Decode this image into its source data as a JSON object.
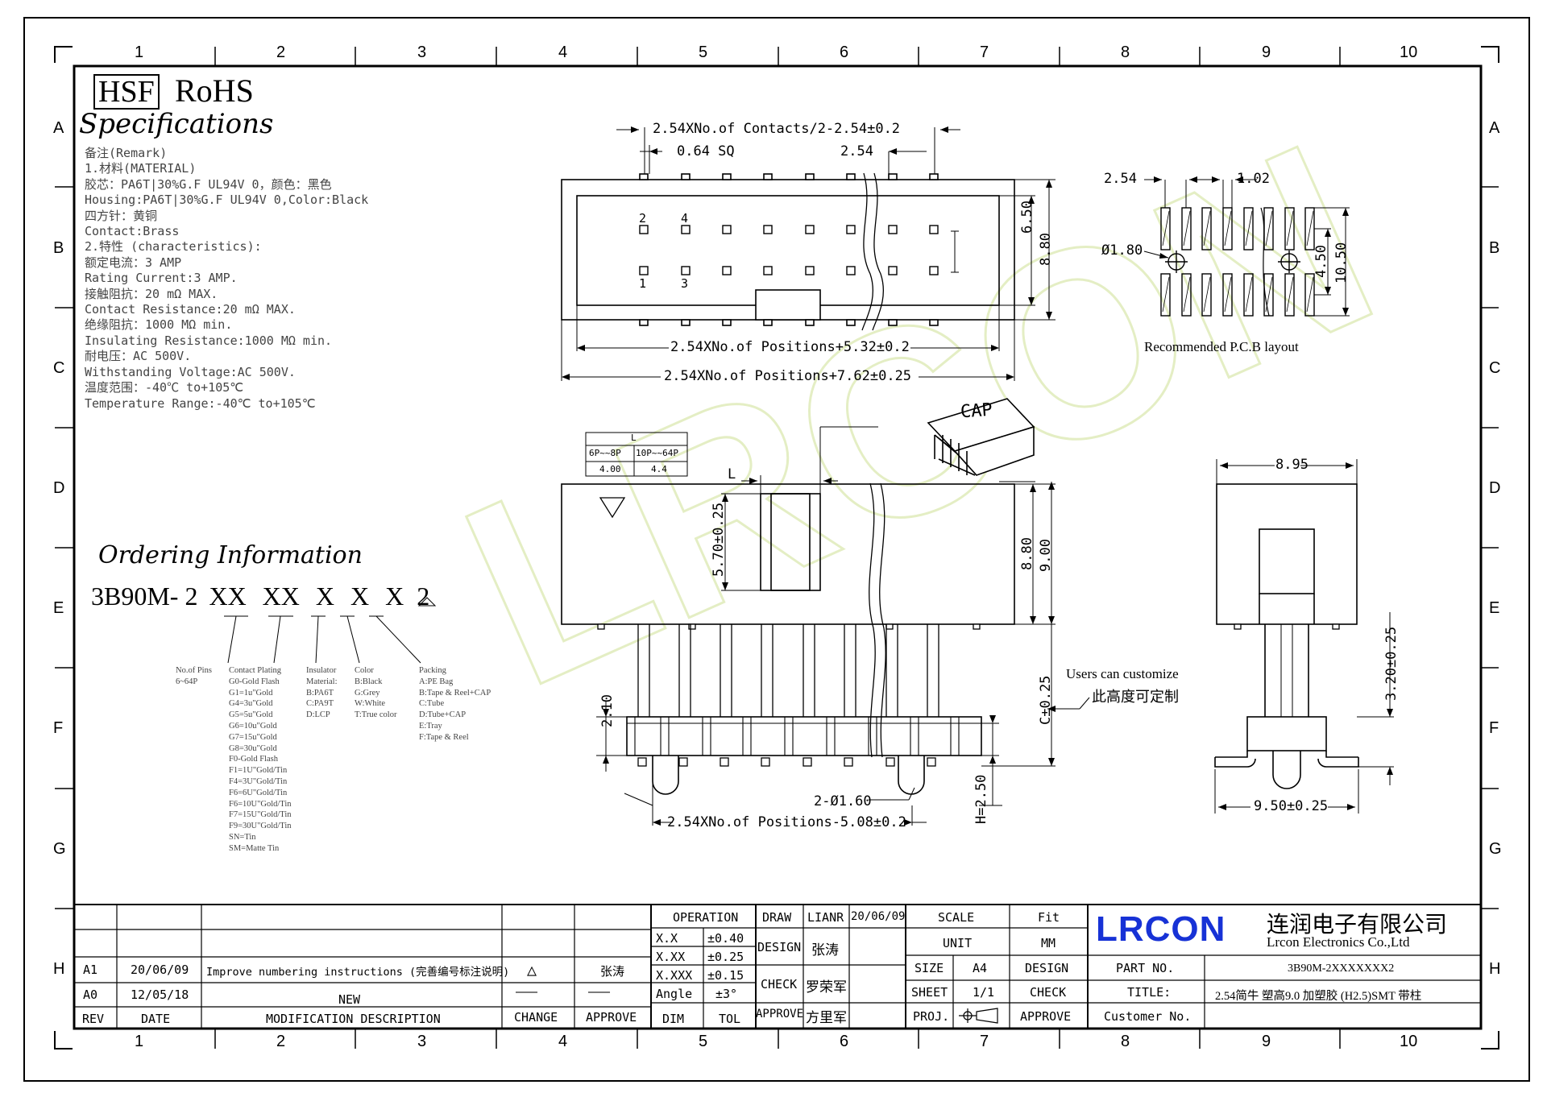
{
  "frame": {
    "zones_top": [
      "1",
      "2",
      "3",
      "4",
      "5",
      "6",
      "7",
      "8",
      "9",
      "10"
    ],
    "zones_side": [
      "A",
      "B",
      "C",
      "D",
      "E",
      "F",
      "G",
      "H"
    ]
  },
  "header": {
    "hsf": "HSF",
    "rohs": "RoHS",
    "specifications_title": "Specifications"
  },
  "specs": [
    "备注(Remark)",
    "1.材料(MATERIAL)",
    "胶芯：PA6T|30%G.F UL94V 0，颜色：黑色",
    "Housing:PA6T|30%G.F UL94V 0,Color:Black",
    "四方针：黄铜",
    "Contact:Brass",
    "2.特性 (characteristics):",
    "额定电流：3 AMP",
    "Rating Current:3 AMP.",
    "接触阻抗：20 mΩ MAX.",
    "Contact Resistance:20 mΩ MAX.",
    "绝缘阻抗：1000 MΩ min.",
    "Insulating Resistance:1000 MΩ  min.",
    "耐电压：AC 500V.",
    "Withstanding Voltage:AC 500V.",
    "温度范围：-40℃ to+105℃",
    "Temperature Range:-40℃ to+105℃"
  ],
  "ordering": {
    "title": "Ordering Information",
    "part": "3B90M- 2",
    "fields": [
      "XX",
      "XX",
      "X",
      "X",
      "X"
    ],
    "suffix": "2",
    "pins": [
      "No.of Pins",
      "6~64P"
    ],
    "plating": [
      "Contact Plating",
      "G0-Gold Flash",
      "G1=1u\"Gold",
      "G4=3u\"Gold",
      "G5=5u\"Gold",
      "G6=10u\"Gold",
      "G7=15u\"Gold",
      "G8=30u\"Gold",
      "F0-Gold Flash",
      "F1=1U\"Gold/Tin",
      "F4=3U\"Gold/Tin",
      "F6=6U\"Gold/Tin",
      "F6=10U\"Gold/Tin",
      "F7=15U\"Gold/Tin",
      "F9=30U\"Gold/Tin",
      "SN=Tin",
      "SM=Matte Tin"
    ],
    "insulator": [
      "Insulator",
      "Material:",
      "B:PA6T",
      "C:PA9T",
      "D:LCP"
    ],
    "color": [
      "Color",
      "B:Black",
      "G:Grey",
      "W:White",
      "T:True color"
    ],
    "packing": [
      "Packing",
      "A:PE Bag",
      "B:Tape & Reel+CAP",
      "C:Tube",
      "D:Tube+CAP",
      "E:Tray",
      "F:Tape & Reel"
    ]
  },
  "top_view": {
    "dim_contacts": "2.54XNo.of Contacts/2-2.54±0.2",
    "dim_sq": "0.64 SQ",
    "dim_pitch": "2.54",
    "dim_650": "6.50",
    "dim_880": "8.80",
    "pin_2": "2",
    "pin_4": "4",
    "pin_1": "1",
    "pin_3": "3",
    "dim_inner": "2.54XNo.of Positions+5.32±0.2",
    "dim_outer": "2.54XNo.of Positions+7.62±0.25"
  },
  "pcb": {
    "dim_254": "2.54",
    "dim_102": "1.02",
    "dim_hole": "Ø1.80",
    "dim_450": "4.50",
    "dim_1050": "10.50",
    "caption": "Recommended P.C.B layout"
  },
  "l_table": {
    "header": "L",
    "cols": [
      "6P~~8P",
      "10P~~64P"
    ],
    "vals": [
      "4.00",
      "4.4"
    ]
  },
  "front_view": {
    "cap": "CAP",
    "dim_l": "L",
    "dim_570": "5.70±0.25",
    "dim_880": "8.80",
    "dim_900": "9.00",
    "dim_210": "2.10",
    "dim_c": "C±0.25",
    "customize_en": "Users can customize",
    "customize_cn": "此高度可定制",
    "dim_holes": "2-Ø1.60",
    "dim_h": "H=2.50",
    "dim_bottom": "2.54XNo.of Positions-5.08±0.2"
  },
  "side_view": {
    "dim_895": "8.95",
    "dim_320": "3.20±0.25",
    "dim_950": "9.50±0.25"
  },
  "title_block": {
    "operation": "OPERATION",
    "draw": "DRAW",
    "drawer": "LIANR",
    "draw_date": "20/06/09",
    "scale_label": "SCALE",
    "scale": "Fit",
    "unit_label": "UNIT",
    "unit": "MM",
    "design_label": "DESIGN",
    "designer": "张涛",
    "check_label": "CHECK",
    "checker": "罗荣军",
    "approve_label": "APPROVE",
    "approver": "方里军",
    "tol_rows": [
      [
        "X.X",
        "±0.40"
      ],
      [
        "X.XX",
        "±0.25"
      ],
      [
        "X.XXX",
        "±0.15"
      ],
      [
        "Angle",
        "±3°"
      ]
    ],
    "dim": "DIM",
    "tol": "TOL",
    "size_label": "SIZE",
    "size": "A4",
    "sheet_label": "SHEET",
    "sheet": "1/1",
    "proj_label": "PROJ.",
    "design2": "DESIGN",
    "check2": "CHECK",
    "approve2": "APPROVE",
    "part_no_label": "PART NO.",
    "part_no": "3B90M-2XXXXXXX2",
    "title_label": "TITLE:",
    "title": "2.54简牛 塑高9.0 加塑胶 (H2.5)SMT 带柱",
    "customer_label": "Customer No.",
    "company_logo": "LRCON",
    "company_cn": "连润电子有限公司",
    "company_en": "Lrcon Electronics Co.,Ltd",
    "revisions": [
      {
        "rev": "A1",
        "date": "20/06/09",
        "desc": "Improve numbering instructions (完善编号标注说明)",
        "change": "△",
        "approve": "张涛"
      },
      {
        "rev": "A0",
        "date": "12/05/18",
        "desc": "NEW",
        "change": "———",
        "approve": "———"
      }
    ],
    "rev_header": "REV",
    "date_header": "DATE",
    "desc_header": "MODIFICATION DESCRIPTION",
    "change_header": "CHANGE",
    "approve_header": "APPROVE"
  },
  "watermark": "LRCON"
}
